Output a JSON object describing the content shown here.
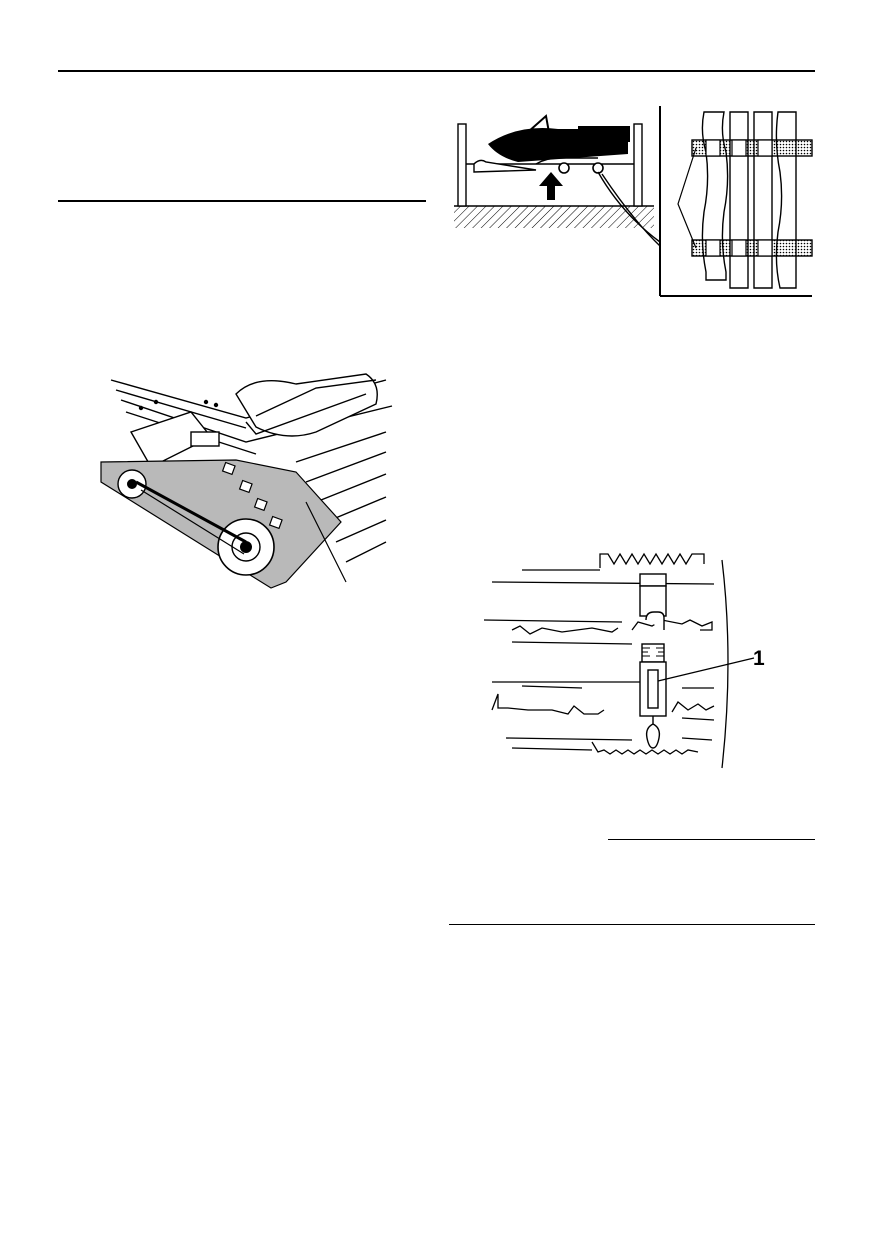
{
  "page": {
    "background": "#ffffff",
    "ink": "#000000"
  },
  "figures": {
    "track_side_view": {
      "description_icon": "track-rear-wheel-illustration"
    },
    "snowmobile_on_stand": {
      "description_icon": "snowmobile-lifted-stand-illustration"
    },
    "tension_gauge": {
      "description_icon": "track-tension-spring-scale-illustration",
      "callout_label": "1"
    }
  }
}
